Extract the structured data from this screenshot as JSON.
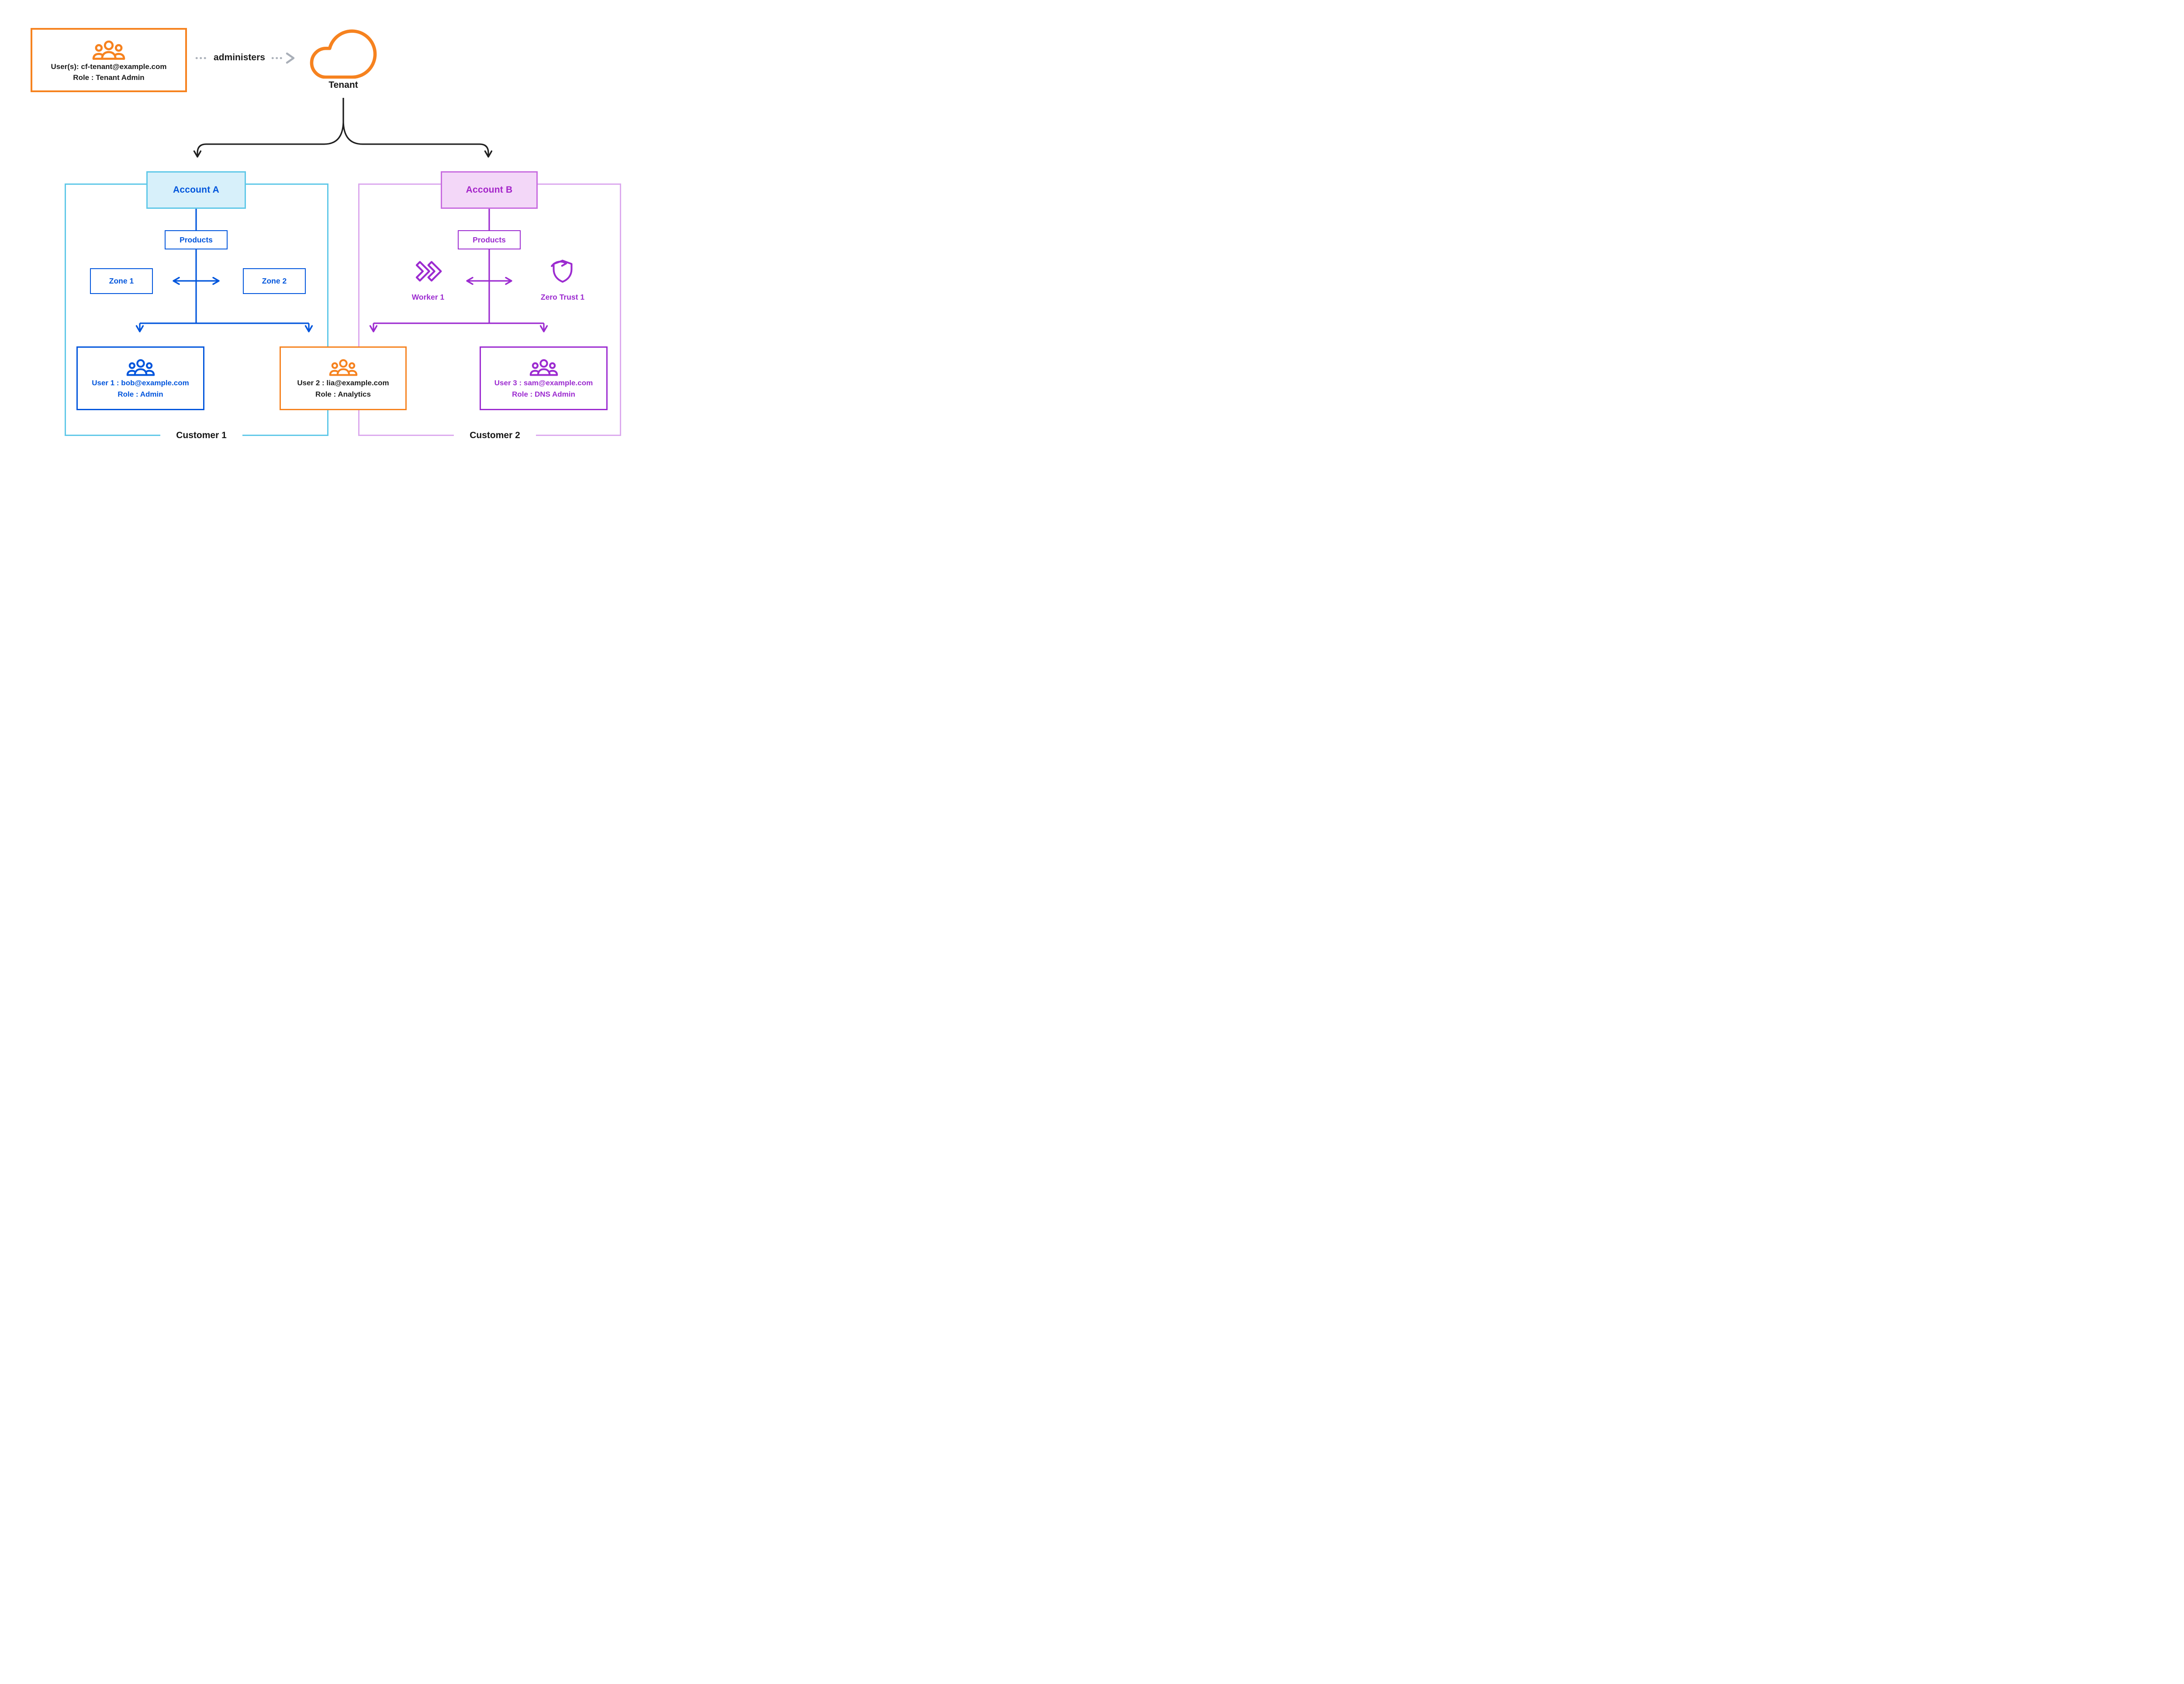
{
  "labels": {
    "administers": "administers",
    "tenant": "Tenant"
  },
  "tenant_admin": {
    "users_line": "User(s): cf-tenant@example.com",
    "role_line": "Role : Tenant Admin"
  },
  "customer1": {
    "name": "Customer 1",
    "account": "Account A",
    "products": "Products",
    "zone1": "Zone 1",
    "zone2": "Zone 2",
    "user1_line1": "User 1 : bob@example.com",
    "user1_line2": "Role : Admin",
    "user2_line1": "User 2 : lia@example.com",
    "user2_line2": "Role : Analytics"
  },
  "customer2": {
    "name": "Customer 2",
    "account": "Account B",
    "products": "Products",
    "worker": "Worker 1",
    "zero_trust": "Zero Trust 1",
    "user3_line1": "User 3 : sam@example.com",
    "user3_line2": "Role : DNS Admin"
  },
  "icons": {
    "tenant_admin": "users-icon",
    "tenant": "cloud-icon",
    "user1": "users-icon",
    "user2": "users-icon",
    "user3": "users-icon",
    "worker": "worker-icon",
    "zero_trust": "zero-trust-shield-icon"
  },
  "colors": {
    "orange": "#F6821F",
    "blue": "#0055DC",
    "cyan_border": "#5FC8E8",
    "account_a_fill": "#D7F0FA",
    "purple": "#9C2BD0",
    "account_b_border": "#C86CE0",
    "account_b_fill": "#F3D7F8",
    "purple_container_border": "#DCA9EE",
    "text_dark": "#1b1b1b",
    "connector_black": "#1f1f1f",
    "gray_dotted": "#A9AFB8"
  }
}
